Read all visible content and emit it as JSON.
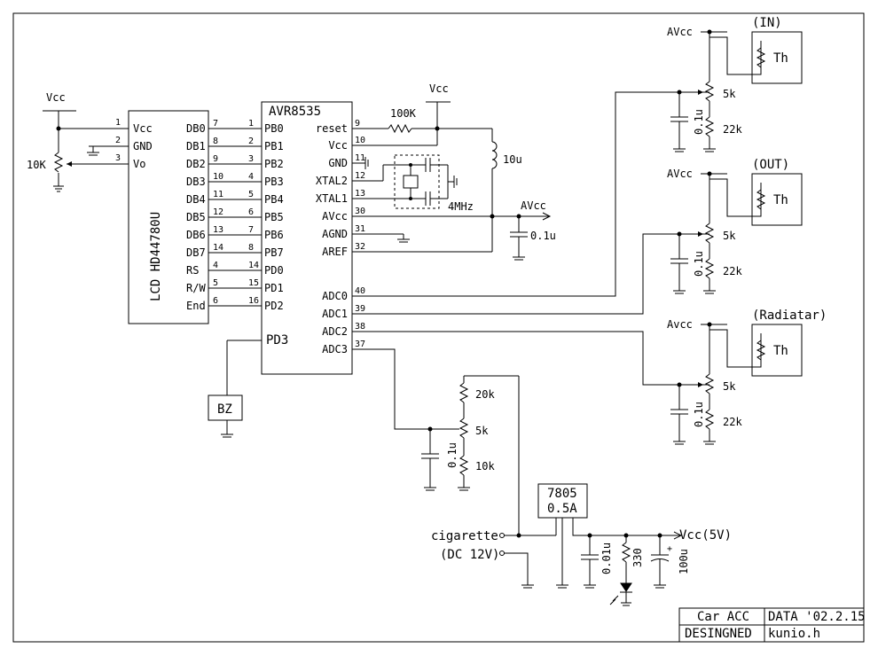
{
  "lcd": {
    "name": "LCD HD44780U",
    "left_pins": [
      {
        "num": "1",
        "label": "Vcc"
      },
      {
        "num": "2",
        "label": "GND"
      },
      {
        "num": "3",
        "label": "Vo"
      }
    ],
    "right_pins": [
      {
        "label": "DB0",
        "num": "7"
      },
      {
        "label": "DB1",
        "num": "8"
      },
      {
        "label": "DB2",
        "num": "9"
      },
      {
        "label": "DB3",
        "num": "10"
      },
      {
        "label": "DB4",
        "num": "11"
      },
      {
        "label": "DB5",
        "num": "12"
      },
      {
        "label": "DB6",
        "num": "13"
      },
      {
        "label": "DB7",
        "num": "14"
      },
      {
        "label": "RS",
        "num": "4"
      },
      {
        "label": "R/W",
        "num": "5"
      },
      {
        "label": "End",
        "num": "6"
      }
    ]
  },
  "mcu": {
    "name": "AVR8535",
    "left_pins": [
      {
        "num": "1",
        "label": "PB0"
      },
      {
        "num": "2",
        "label": "PB1"
      },
      {
        "num": "3",
        "label": "PB2"
      },
      {
        "num": "4",
        "label": "PB3"
      },
      {
        "num": "5",
        "label": "PB4"
      },
      {
        "num": "6",
        "label": "PB5"
      },
      {
        "num": "7",
        "label": "PB6"
      },
      {
        "num": "8",
        "label": "PB7"
      },
      {
        "num": "14",
        "label": "PD0"
      },
      {
        "num": "15",
        "label": "PD1"
      },
      {
        "num": "16",
        "label": "PD2"
      }
    ],
    "pd3": "PD3",
    "right_pins": [
      {
        "label": "reset",
        "num": "9"
      },
      {
        "label": "Vcc",
        "num": "10"
      },
      {
        "label": "GND",
        "num": "11"
      },
      {
        "label": "XTAL2",
        "num": "12"
      },
      {
        "label": "XTAL1",
        "num": "13"
      },
      {
        "label": "AVcc",
        "num": "30"
      },
      {
        "label": "AGND",
        "num": "31"
      },
      {
        "label": "AREF",
        "num": "32"
      },
      {
        "label": "ADC0",
        "num": "40"
      },
      {
        "label": "ADC1",
        "num": "39"
      },
      {
        "label": "ADC2",
        "num": "38"
      },
      {
        "label": "ADC3",
        "num": "37"
      }
    ]
  },
  "labels": {
    "vcc_top_left": "Vcc",
    "pot_10k": "10K",
    "vcc_reset": "Vcc",
    "r_100k": "100K",
    "inductor": "10u",
    "crystal": "4MHz",
    "avcc_out": "AVcc",
    "c_avcc": "0.1u",
    "buzzer": "BZ",
    "sensors": [
      {
        "supply": "AVcc",
        "name": "(IN)",
        "th": "Th",
        "pot": "5k",
        "cap": "0.1u",
        "res": "22k"
      },
      {
        "supply": "AVcc",
        "name": "(OUT)",
        "th": "Th",
        "pot": "5k",
        "cap": "0.1u",
        "res": "22k"
      },
      {
        "supply": "Avcc",
        "name": "(Radiatar)",
        "th": "Th",
        "pot": "5k",
        "cap": "0.1u",
        "res": "22k"
      }
    ],
    "adc3": {
      "r_top": "20k",
      "pot": "5k",
      "cap": "0.1u",
      "r_bottom": "10k"
    },
    "regulator": {
      "part": "7805",
      "rating": "0.5A"
    },
    "cigarette": "cigarette",
    "dc12": "(DC 12V)",
    "c_001": "0.01u",
    "r_330": "330",
    "c_100": "100u",
    "vcc5": "Vcc(5V)"
  },
  "title_block": {
    "project": "Car ACC",
    "date": "DATA '02.2.15",
    "designed_label": "DESINGNED",
    "designer": "kunio.h"
  }
}
